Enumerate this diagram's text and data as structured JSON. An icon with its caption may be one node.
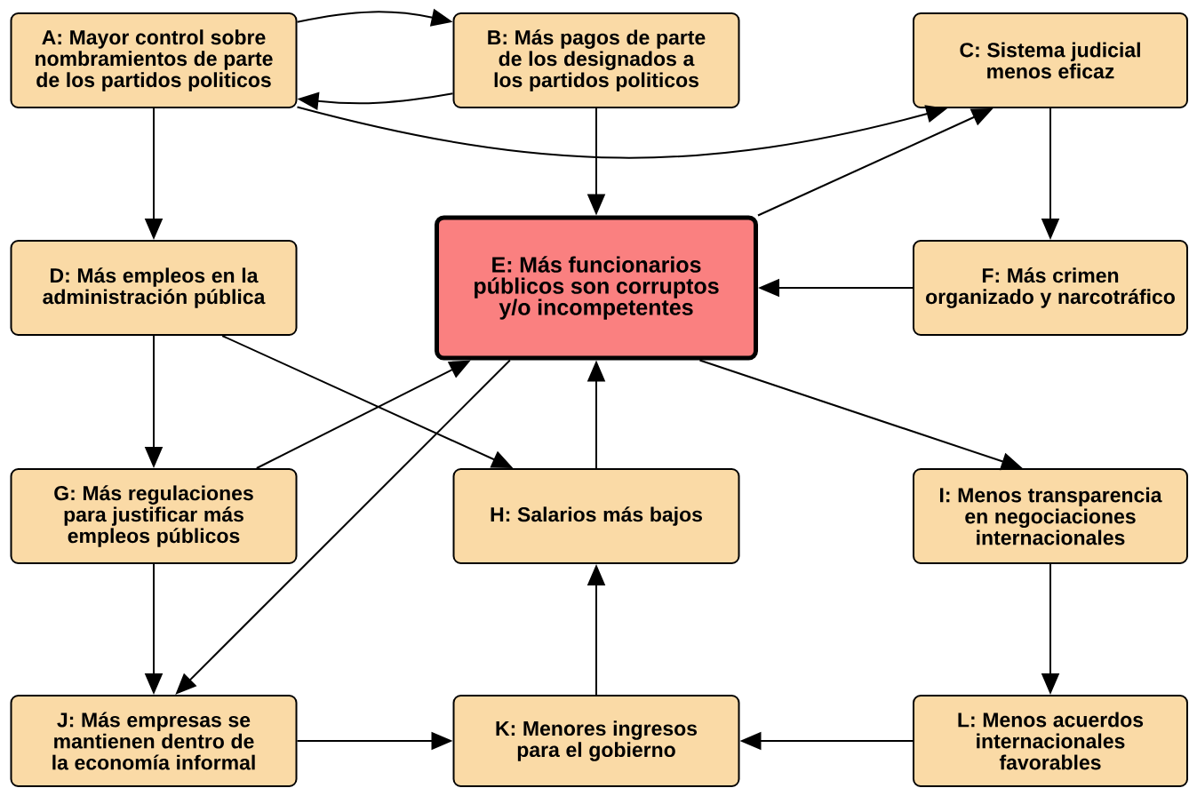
{
  "diagram": {
    "nodes": [
      {
        "text": [
          "A: Mayor control sobre nombramientos de parte de los partidos politicos"
        ]
      },
      {
        "text": [
          "B: Más pagos de parte de los designados a los partidos politicos"
        ]
      },
      {
        "text": [
          "C: Sistema judicial menos eficaz"
        ]
      },
      {
        "text": [
          "D: Más empleos en la administración pública"
        ]
      },
      {
        "text": [
          "E: Más funcionarios públicos son corruptos y/o incompetentes"
        ]
      },
      {
        "text": [
          "F: Más crimen organizado y narcotráfico"
        ]
      },
      {
        "text": [
          "G: Más regulaciones para justificar más empleos públicos"
        ]
      },
      {
        "text": [
          "H: Salarios más bajos"
        ]
      },
      {
        "text": [
          "I: Menos transparencia en negociaciones internacionales"
        ]
      },
      {
        "text": [
          "J: Más empresas se mantienen dentro de la economía informal"
        ]
      },
      {
        "text": [
          "K: Menores ingresos para el gobierno"
        ]
      },
      {
        "text": [
          "L: Menos acuerdos internacionales favorables"
        ]
      }
    ],
    "edges": [
      {
        "from": 0,
        "to": 1,
        "arrow": "to"
      },
      {
        "from": 1,
        "to": 0,
        "arrow": "to"
      },
      {
        "from": 0,
        "to": 2,
        "arrow": "to"
      },
      {
        "from": 0,
        "to": 3,
        "arrow": "to"
      },
      {
        "from": 1,
        "to": 4,
        "arrow": "to"
      },
      {
        "from": 4,
        "to": 2,
        "arrow": "to"
      },
      {
        "from": 2,
        "to": 5,
        "arrow": "to"
      },
      {
        "from": 5,
        "to": 4,
        "arrow": "to"
      },
      {
        "from": 3,
        "to": 6,
        "arrow": "to"
      },
      {
        "from": 3,
        "to": 7,
        "arrow": "to"
      },
      {
        "from": 6,
        "to": 4,
        "arrow": "to"
      },
      {
        "from": 4,
        "to": 9,
        "arrow": "to"
      },
      {
        "from": 7,
        "to": 4,
        "arrow": "to"
      },
      {
        "from": 4,
        "to": 8,
        "arrow": "to"
      },
      {
        "from": 6,
        "to": 9,
        "arrow": "to"
      },
      {
        "from": 8,
        "to": 11,
        "arrow": "to"
      },
      {
        "from": 9,
        "to": 10,
        "arrow": "to"
      },
      {
        "from": 10,
        "to": 7,
        "arrow": "to"
      },
      {
        "from": 11,
        "to": 10,
        "arrow": "to"
      }
    ]
  }
}
